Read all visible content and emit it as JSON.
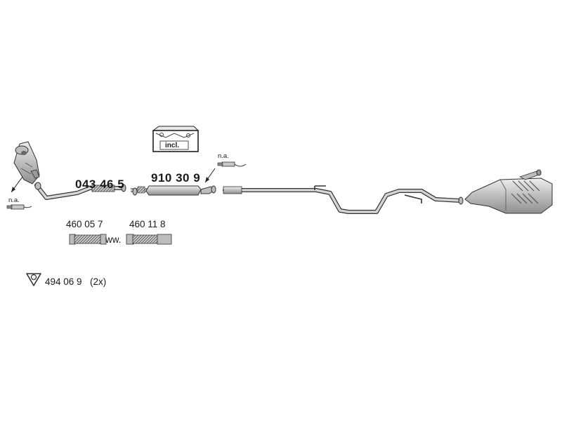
{
  "parts": {
    "downpipe": "043 46 5",
    "center_silencer": "910 30 9",
    "connector_a": "460 05 7",
    "connector_b": "460 11 8",
    "mount": "494 06 9",
    "mount_qty": "(2x)"
  },
  "notes": {
    "sensor_left": "n.a.",
    "sensor_right": "n.a.",
    "alternate": "ww.",
    "kit": "incl."
  },
  "icons": [
    "mounting-kit-box-icon",
    "rubber-mount-icon",
    "lambda-sensor-icon"
  ],
  "colors": {
    "part_fill": "#d0d0d0",
    "outline": "#333333",
    "text": "#1a1a1a"
  }
}
